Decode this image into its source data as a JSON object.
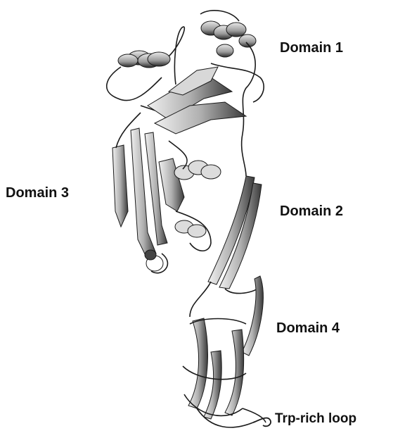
{
  "labels": {
    "domain1": "Domain 1",
    "domain2": "Domain 2",
    "domain3": "Domain 3",
    "domain4": "Domain 4",
    "trp_loop": "Trp-rich loop"
  },
  "colors": {
    "background": "#ffffff",
    "ribbon_fill": "#c8c8c8",
    "ribbon_edge": "#1a1a1a",
    "label_text": "#111111"
  }
}
